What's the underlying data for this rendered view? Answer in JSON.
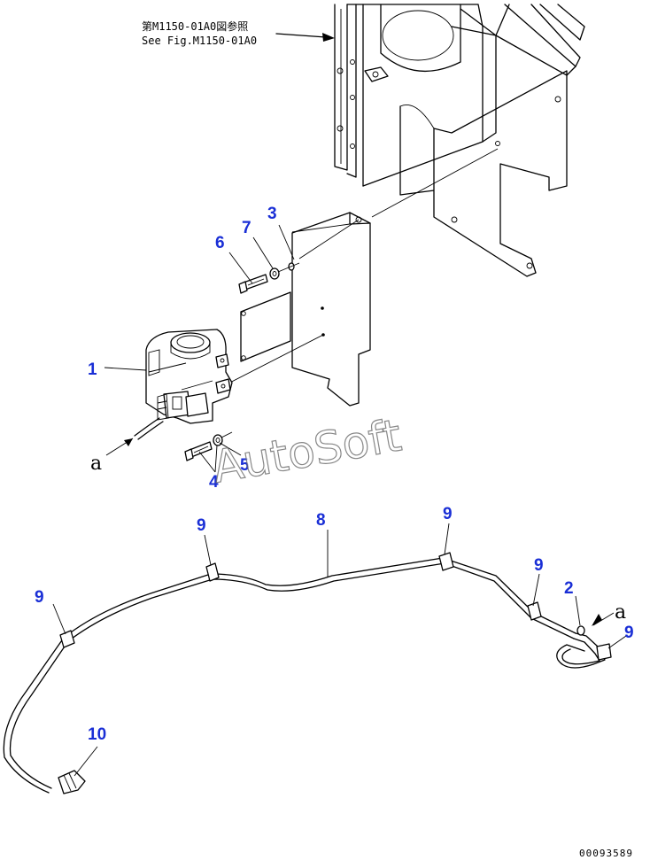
{
  "reference": {
    "jp": "第M1150-01A0図参照",
    "en": "See Fig.M1150-01A0"
  },
  "callouts": {
    "p1": "1",
    "p2": "2",
    "p3": "3",
    "p4": "4",
    "p5": "5",
    "p6": "6",
    "p7": "7",
    "p8": "8",
    "p9a": "9",
    "p9b": "9",
    "p9c": "9",
    "p9d": "9",
    "p9e": "9",
    "p10": "10"
  },
  "connector_labels": {
    "left": "a",
    "right": "a"
  },
  "watermark": "AutoSoft",
  "document_number": "00093589"
}
